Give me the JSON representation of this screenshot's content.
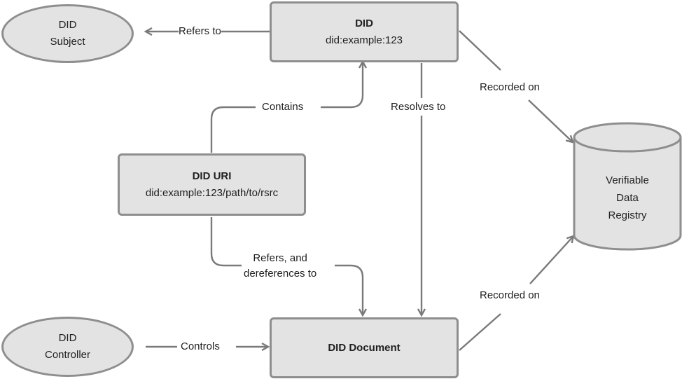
{
  "nodes": {
    "did_subject": {
      "line1": "DID",
      "line2": "Subject"
    },
    "did": {
      "title": "DID",
      "value": "did:example:123"
    },
    "did_uri": {
      "title": "DID URI",
      "value": "did:example:123/path/to/rsrc"
    },
    "registry": {
      "line1": "Verifiable",
      "line2": "Data",
      "line3": "Registry"
    },
    "did_controller": {
      "line1": "DID",
      "line2": "Controller"
    },
    "did_document": {
      "title": "DID Document"
    }
  },
  "edges": {
    "refers_to": "Refers to",
    "recorded_on_top": "Recorded on",
    "contains": "Contains",
    "resolves_to": "Resolves to",
    "refers_deref_line1": "Refers, and",
    "refers_deref_line2": "dereferences to",
    "recorded_on_bottom": "Recorded on",
    "controls": "Controls"
  },
  "colors": {
    "node_fill": "#e3e3e3",
    "node_stroke": "#8e8e8e",
    "arrow": "#7a7a7a",
    "text": "#1f1f1f"
  }
}
